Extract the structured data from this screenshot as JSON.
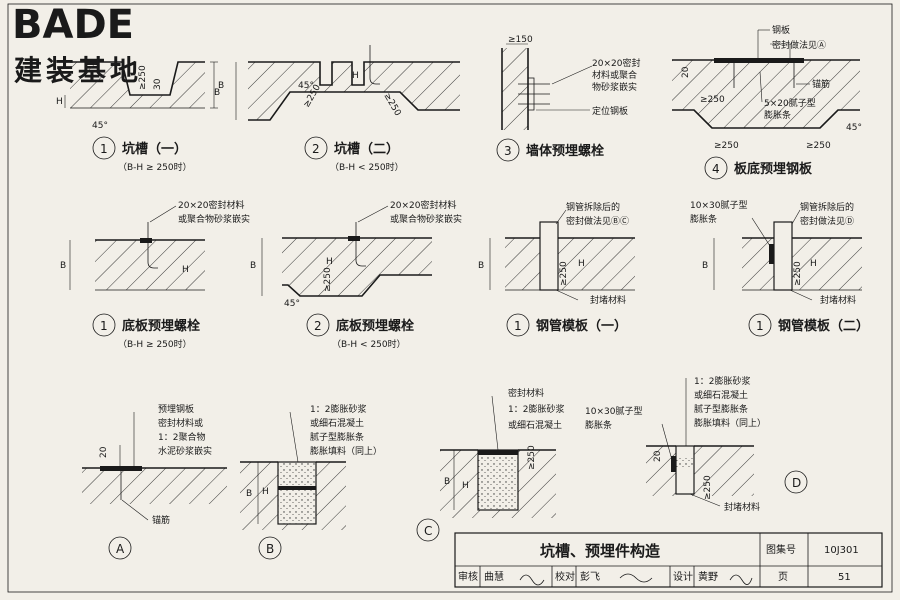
{
  "logo": {
    "brand_en": "BADE",
    "brand_cn": "建装基地"
  },
  "details": {
    "d1": {
      "num": "1",
      "caption": "坑槽（一）",
      "sub": "（B-H ≥ 250时）",
      "dims": [
        "B",
        "H",
        "≥250",
        "30",
        "45°"
      ]
    },
    "d2": {
      "num": "2",
      "caption": "坑槽（二）",
      "sub": "（B-H < 250时）",
      "dims": [
        "B",
        "45°",
        "H",
        "≥250",
        "≥250"
      ]
    },
    "d3": {
      "num": "3",
      "caption": "墙体预埋螺栓",
      "dims": [
        "≥150"
      ],
      "notes": [
        "20×20密封",
        "材料或聚合",
        "物砂浆嵌实",
        "定位钢板"
      ]
    },
    "d4": {
      "num": "4",
      "caption": "板底预埋钢板",
      "dims": [
        "20",
        "≥250",
        "≥250",
        "≥250",
        "45°"
      ],
      "notes": [
        "钢板",
        "密封做法见Ⓐ",
        "锚筋",
        "5×20腻子型",
        "膨胀条"
      ]
    },
    "d5": {
      "num": "1",
      "caption": "底板预埋螺栓",
      "sub": "（B-H ≥ 250时）",
      "dims": [
        "B",
        "H"
      ],
      "notes": [
        "20×20密封材料",
        "或聚合物砂浆嵌实"
      ]
    },
    "d6": {
      "num": "2",
      "caption": "底板预埋螺栓",
      "sub": "（B-H < 250时）",
      "dims": [
        "B",
        "H",
        "≥250",
        "45°"
      ],
      "notes": [
        "20×20密封材料",
        "或聚合物砂浆嵌实"
      ]
    },
    "d7": {
      "num": "1",
      "caption": "钢管模板（一）",
      "dims": [
        "B",
        "H",
        "≥250"
      ],
      "notes": [
        "钢管拆除后的",
        "密封做法见ⒷⒸ",
        "封堵材料"
      ]
    },
    "d8": {
      "num": "1",
      "caption": "钢管模板（二）",
      "dims": [
        "B",
        "H",
        "≥250"
      ],
      "notes": [
        "10×30腻子型",
        "膨胀条",
        "钢管拆除后的",
        "密封做法见Ⓓ",
        "封堵材料"
      ]
    },
    "dA": {
      "num": "A",
      "dims": [
        "20"
      ],
      "notes": [
        "预埋钢板",
        "密封材料或",
        "1：2聚合物",
        "水泥砂浆嵌实",
        "锚筋"
      ]
    },
    "dB": {
      "num": "B",
      "dims": [
        "B",
        "H"
      ],
      "notes": [
        "1：2膨胀砂浆",
        "或细石混凝土",
        "腻子型膨胀条",
        "膨胀填料（同上）"
      ]
    },
    "dC": {
      "num": "C",
      "dims": [
        "B",
        "H",
        "≥250"
      ],
      "notes": [
        "密封材料",
        "1：2膨胀砂浆",
        "或细石混凝土"
      ]
    },
    "dD": {
      "num": "D",
      "dims": [
        "20",
        "≥250"
      ],
      "notes": [
        "1：2膨胀砂浆",
        "或细石混凝土",
        "腻子型膨胀条",
        "膨胀填料（同上）",
        "10×30腻子型",
        "膨胀条",
        "封堵材料"
      ]
    }
  },
  "title_block": {
    "title": "坑槽、预埋件构造",
    "atlas_label": "图集号",
    "atlas_no": "10J301",
    "review_label": "审核",
    "reviewer": "曲慧",
    "check_label": "校对",
    "checker": "彭飞",
    "design_label": "设计",
    "designer": "黄野",
    "page_label": "页",
    "page_no": "51"
  }
}
